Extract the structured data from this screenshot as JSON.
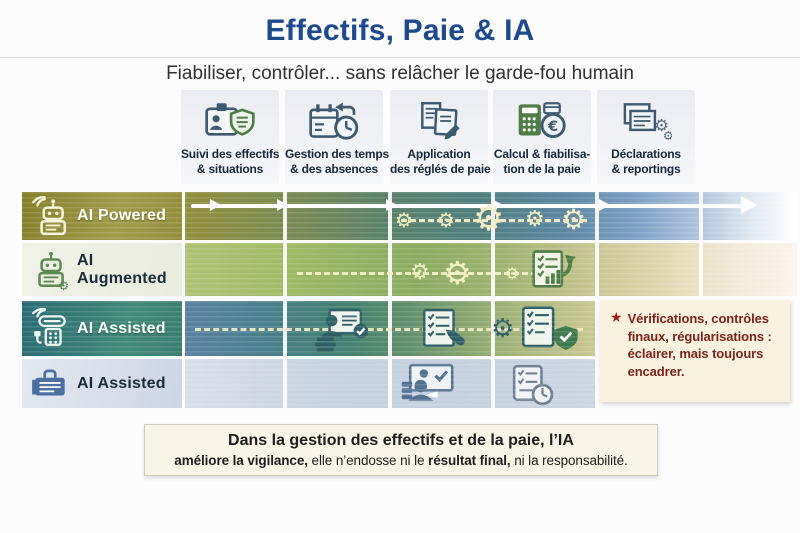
{
  "title": "Effectifs, Paie & IA",
  "subtitle": "Fiabiliser, contrôler... sans relâcher le garde-fou humain",
  "icons": {
    "gear": "⚙",
    "star": "★",
    "euro": "€"
  },
  "columns": [
    {
      "icon": "id-badge-shield-icon",
      "line1": "Suivi des effectifs",
      "line2": "& situations"
    },
    {
      "icon": "calendar-clock-icon",
      "line1": "Gestion des temps",
      "line2": "& des absences"
    },
    {
      "icon": "payroll-rules-pencil-icon",
      "line1": "Application",
      "line2": "des réglés de paie"
    },
    {
      "icon": "calculator-euro-icon",
      "line1": "Calcul & fiabilisa-",
      "line2": "tion de la paie"
    },
    {
      "icon": "reports-gears-icon",
      "line1": "Déclarations",
      "line2": "& reportings"
    }
  ],
  "rows": [
    {
      "icon": "robot-icon",
      "label": "AI Powered"
    },
    {
      "icon": "robot-gear-icon",
      "label": "AI Augmented"
    },
    {
      "icon": "smart-terminal-icon",
      "label": "AI Assisted"
    },
    {
      "icon": "briefcase-icon",
      "label": "AI Assisted"
    }
  ],
  "cell_icons": [
    {
      "row": "AI Powered",
      "icon": "gears-chain-icon"
    },
    {
      "row": "AI Augmented",
      "icon": "gears-chain-icon"
    },
    {
      "row": "AI Augmented",
      "icon": "checklist-growth-chart-icon"
    },
    {
      "row": "AI Assisted",
      "icon": "reviewer-person-documents-icon"
    },
    {
      "row": "AI Assisted",
      "icon": "checklist-pen-icon"
    },
    {
      "row": "AI Assisted",
      "icon": "gear-checklist-shield-icon"
    },
    {
      "row": "AI Assisted",
      "icon": "operator-screen-check-icon"
    },
    {
      "row": "AI Assisted",
      "icon": "checklist-clock-icon"
    }
  ],
  "callout": {
    "text": "Vérifications, contrôles finaux, régularisations : éclairer, mais toujours encadrer."
  },
  "footer": {
    "line1": "Dans la gestion des effectifs et de la paie, l’IA",
    "line2_bold_a": "améliore la vigilance,",
    "line2_reg_a": " elle n’endosse ni le ",
    "line2_bold_b": "résultat final,",
    "line2_reg_b": " ni la responsabilité."
  },
  "colors": {
    "title_blue": "#1d4a8c",
    "callout_red": "#7c241c",
    "green_accent": "#4e7d46",
    "slate_icon": "#3d5a70",
    "cream_gear": "#f1edc2",
    "row1_olive": "#928f3b",
    "row3_teal": "#2a6a77",
    "row4_blue": "#c9d4e2"
  }
}
